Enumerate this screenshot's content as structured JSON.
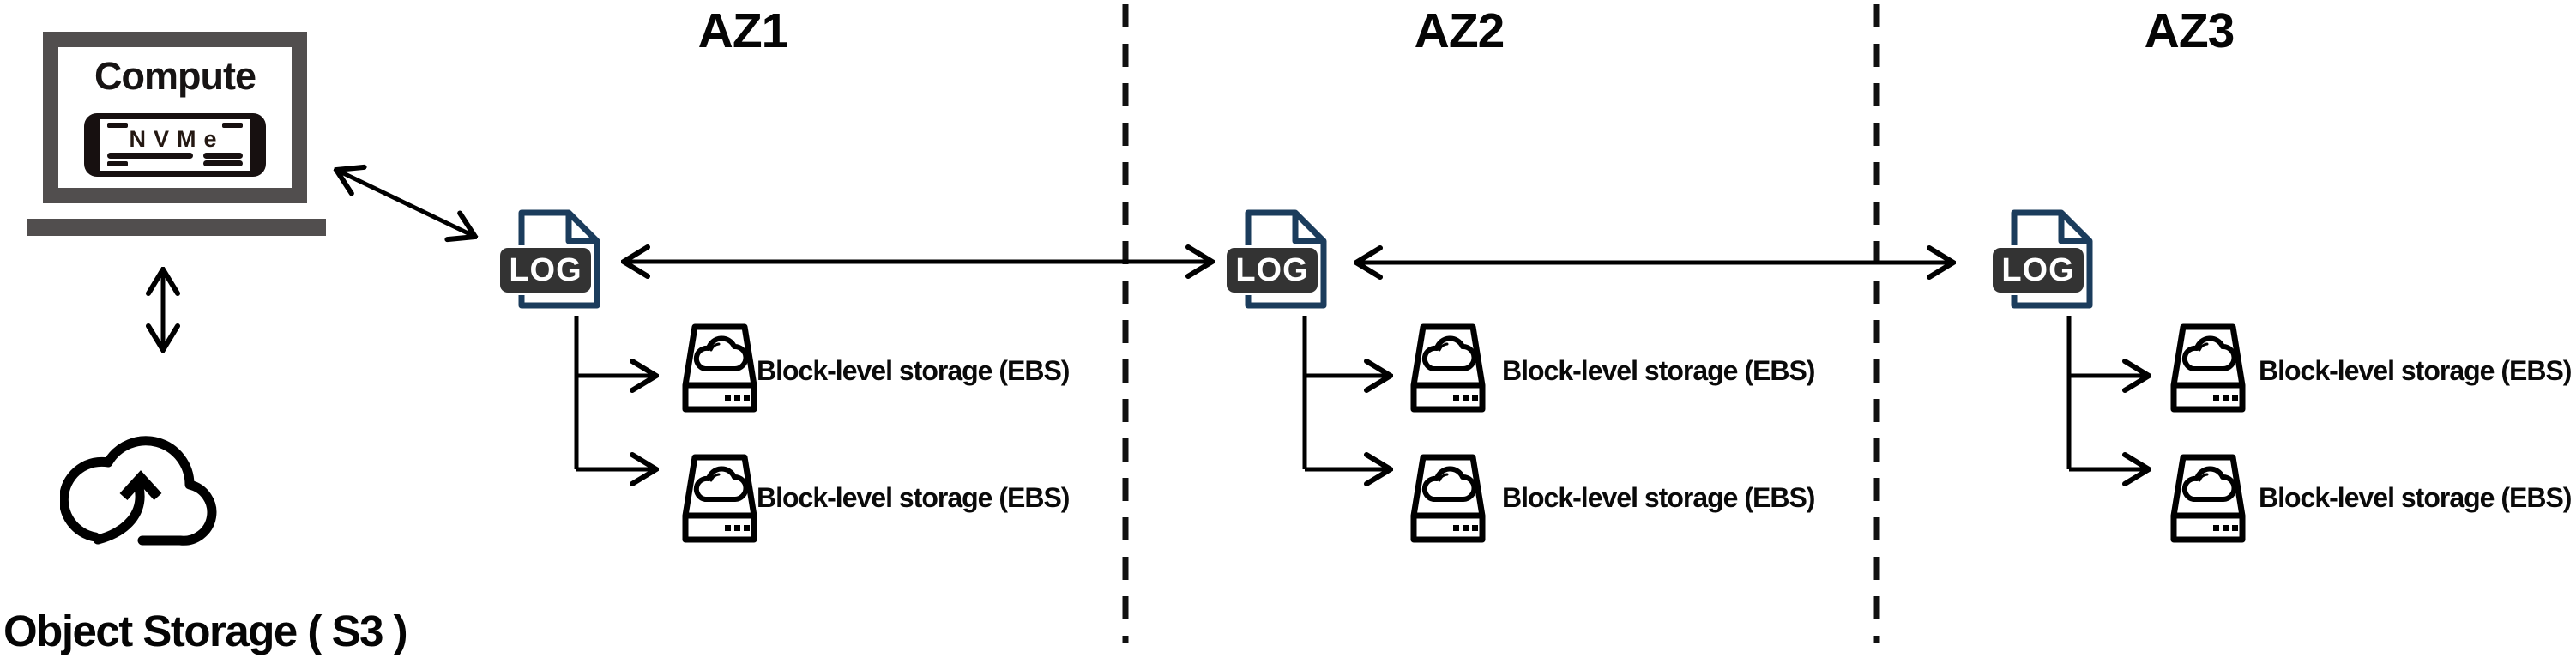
{
  "diagram": {
    "compute": {
      "label": "Compute",
      "chip_label": "NVMe"
    },
    "object_storage": {
      "label": "Object Storage ( S3 )"
    },
    "zones": [
      {
        "title": "AZ1",
        "log_label": "LOG",
        "volumes": [
          "Block-level storage (EBS)",
          "Block-level storage (EBS)"
        ]
      },
      {
        "title": "AZ2",
        "log_label": "LOG",
        "volumes": [
          "Block-level storage (EBS)",
          "Block-level storage (EBS)"
        ]
      },
      {
        "title": "AZ3",
        "log_label": "LOG",
        "volumes": [
          "Block-level storage (EBS)",
          "Block-level storage (EBS)"
        ]
      }
    ],
    "colors": {
      "ink": "#000000",
      "laptop_gray": "#514e4e",
      "log_outline": "#1b3c5c",
      "log_badge": "#333333",
      "nvme_ink": "#241812"
    }
  }
}
